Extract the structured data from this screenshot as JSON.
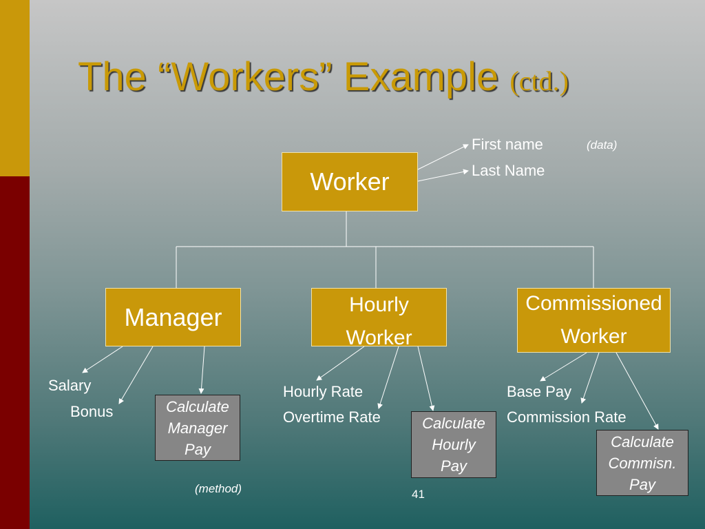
{
  "slide": {
    "title": "The “Workers” Example",
    "title_suffix": "(ctd.)",
    "page_number": "41"
  },
  "diagram": {
    "root": {
      "label": "Worker",
      "data_fields": [
        "First name",
        "Last Name"
      ],
      "data_note": "(data)"
    },
    "children": [
      {
        "label_lines": [
          "Manager"
        ],
        "fields": [
          "Salary",
          "Bonus"
        ],
        "method_lines": [
          "Calculate",
          "Manager",
          "Pay"
        ]
      },
      {
        "label_lines": [
          "Hourly",
          "Worker"
        ],
        "fields": [
          "Hourly Rate",
          "Overtime Rate"
        ],
        "method_lines": [
          "Calculate",
          "Hourly",
          "Pay"
        ]
      },
      {
        "label_lines": [
          "Commissioned",
          "Worker"
        ],
        "fields": [
          "Base Pay",
          "Commission Rate"
        ],
        "method_lines": [
          "Calculate",
          "Commisn.",
          "Pay"
        ]
      }
    ],
    "method_note": "(method)"
  },
  "colors": {
    "accent_gold": "#c9980a",
    "accent_red": "#7a0000",
    "method_box": "#868686"
  }
}
